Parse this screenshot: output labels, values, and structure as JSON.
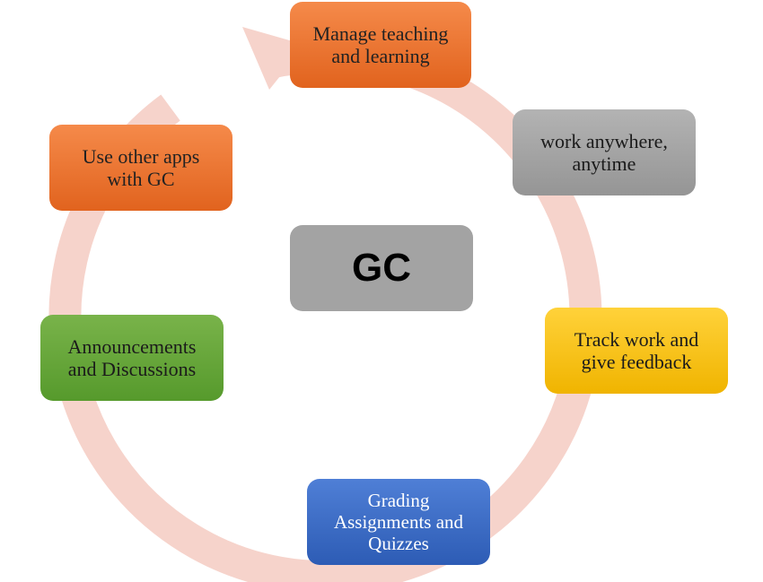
{
  "center": {
    "label": "GC",
    "color": "#a3a3a3"
  },
  "nodes": [
    {
      "id": "manage",
      "label": "Manage teaching\nand learning",
      "color_top": "#f58a4a",
      "color_bottom": "#e1631e"
    },
    {
      "id": "anywhere",
      "label": "work anywhere,\nanytime",
      "color_top": "#b3b3b3",
      "color_bottom": "#959595"
    },
    {
      "id": "track",
      "label": "Track work and\ngive feedback",
      "color_top": "#ffd23a",
      "color_bottom": "#f0b400"
    },
    {
      "id": "grading",
      "label": "Grading\nAssignments and\nQuizzes",
      "color_top": "#4f7fd6",
      "color_bottom": "#2d5cb5"
    },
    {
      "id": "announcements",
      "label": "Announcements\nand Discussions",
      "color_top": "#79b34a",
      "color_bottom": "#569a2c"
    },
    {
      "id": "otherapps",
      "label": "Use other apps\nwith GC",
      "color_top": "#f58a4a",
      "color_bottom": "#e1631e"
    }
  ],
  "ring": {
    "color": "#f6d3cb"
  }
}
